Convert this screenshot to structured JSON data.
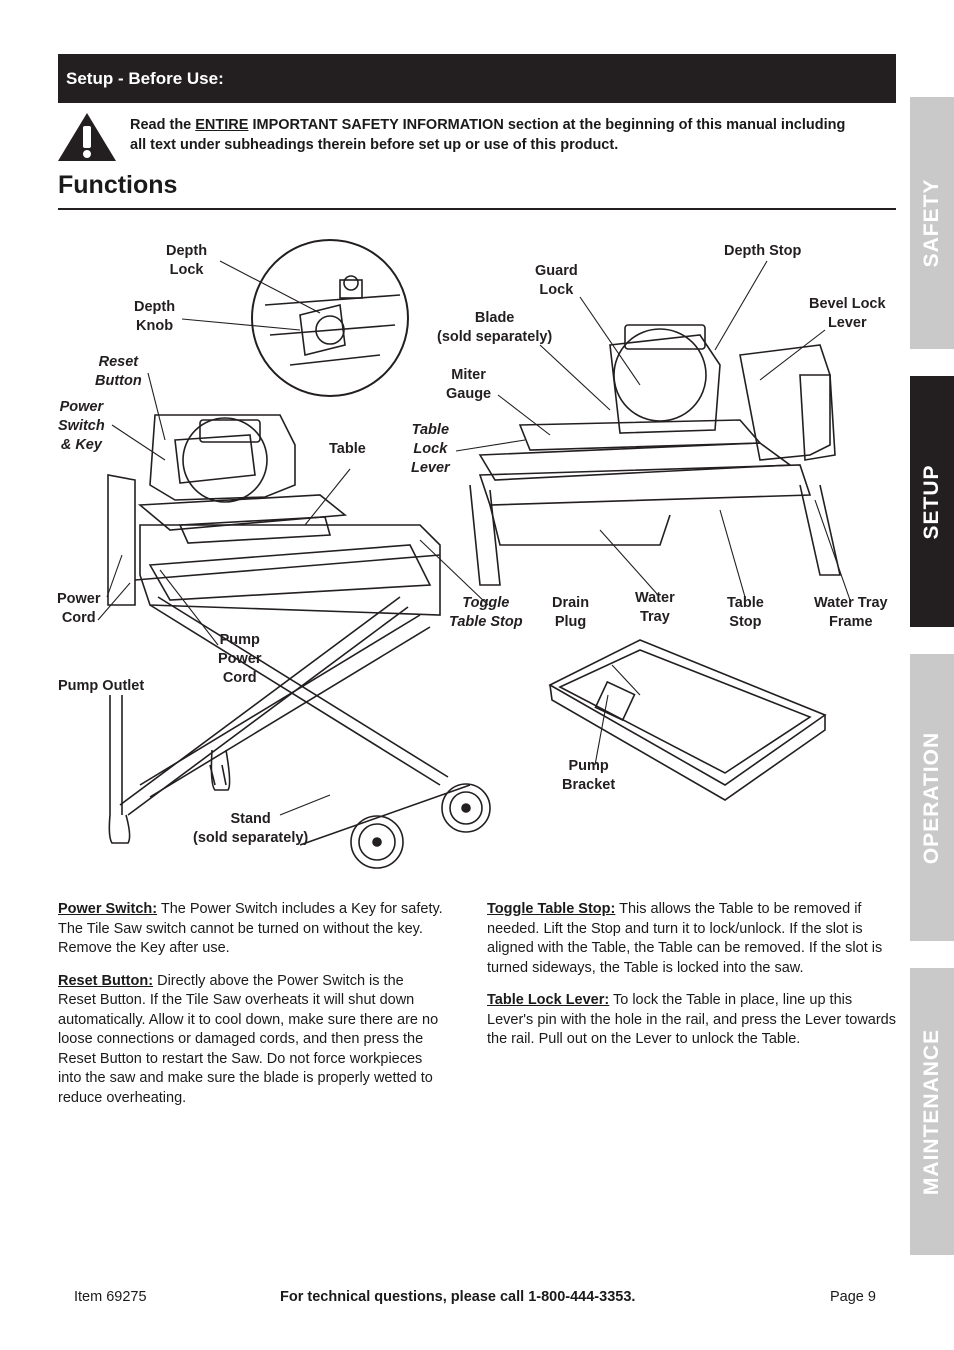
{
  "header": {
    "section": "Setup - Before Use:"
  },
  "warning": {
    "pre": "Read the ",
    "emph": "ENTIRE",
    "post": " IMPORTANT SAFETY INFORMATION section at the beginning of this manual including all text under subheadings therein before set up or use of this product."
  },
  "title": "Functions",
  "tabs": [
    "SAFETY",
    "SETUP",
    "OPERATION",
    "MAINTENANCE"
  ],
  "labels": {
    "depth_lock": "Depth\nLock",
    "depth_knob": "Depth\nKnob",
    "reset_button": "Reset\nButton",
    "power_switch": "Power\nSwitch\n& Key",
    "table": "Table",
    "power_cord": "Power\nCord",
    "pump_outlet": "Pump Outlet",
    "pump_power_cord": "Pump\nPower\nCord",
    "stand": "Stand\n(sold separately)",
    "guard_lock": "Guard\nLock",
    "blade": "Blade\n(sold separately)",
    "miter_gauge": "Miter\nGauge",
    "table_lock_lever": "Table\nLock\nLever",
    "depth_stop": "Depth Stop",
    "bevel_lock_lever": "Bevel Lock\nLever",
    "toggle_table_stop": "Toggle\nTable Stop",
    "drain_plug": "Drain\nPlug",
    "water_tray": "Water\nTray",
    "table_stop": "Table\nStop",
    "water_tray_frame": "Water Tray\nFrame",
    "pump_bracket": "Pump\nBracket"
  },
  "descriptions": {
    "power_switch": {
      "heading": "Power Switch:",
      "text": "  The Power Switch includes a Key for safety.  The Tile Saw switch cannot be turned on without the key.  Remove the Key after use."
    },
    "reset_button": {
      "heading": "Reset Button:",
      "text": "  Directly above the Power Switch is the Reset Button.  If the Tile Saw overheats it will shut down automatically.  Allow it to cool down, make sure there are no loose connections or damaged cords, and then press the Reset Button to restart the Saw.  Do not force workpieces into the saw and make sure the blade is properly wetted to reduce overheating."
    },
    "toggle_table_stop": {
      "heading": "Toggle Table Stop:",
      "text": "  This allows the Table to be removed if needed.  Lift the Stop and turn it to lock/unlock.  If the slot is aligned with the Table, the Table can be removed.  If the slot is turned sideways, the Table is locked into the saw."
    },
    "table_lock_lever": {
      "heading": "Table Lock Lever:",
      "text": "  To lock the Table in place, line up this Lever's pin with the hole in the rail, and press the Lever towards the rail.  Pull out on the Lever to unlock the Table."
    }
  },
  "footer": {
    "item": "Item 69275",
    "tech": "For technical questions, please call 1-800-444-3353.",
    "page": "Page 9"
  }
}
